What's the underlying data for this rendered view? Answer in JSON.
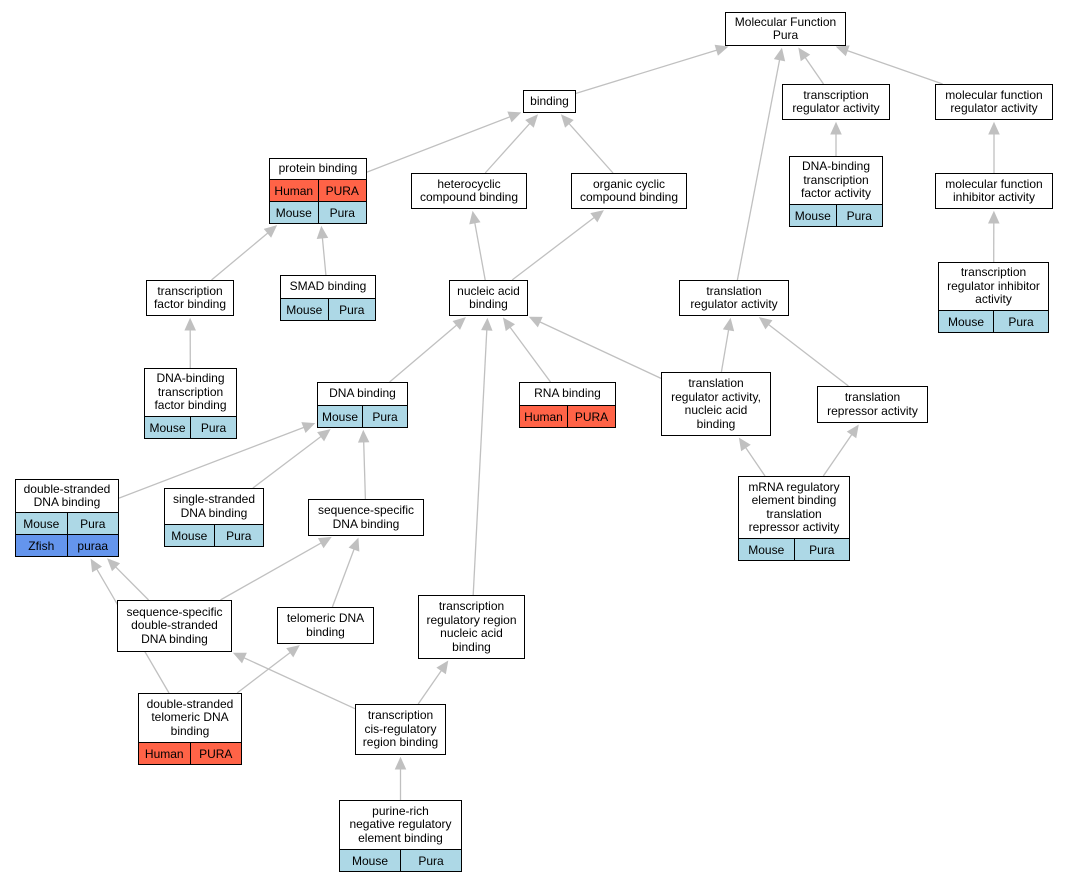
{
  "colors": {
    "Mouse": "#add8e6",
    "Human": "#ff6347",
    "Zfish": "#6495ed",
    "edge": "#c0c0c0"
  },
  "nodes": {
    "mf": {
      "lines": [
        "Molecular Function",
        "Pura"
      ],
      "rows": []
    },
    "binding": {
      "lines": [
        "binding"
      ],
      "rows": []
    },
    "tra": {
      "lines": [
        "transcription",
        "regulator activity"
      ],
      "rows": []
    },
    "mfra": {
      "lines": [
        "molecular function",
        "regulator activity"
      ],
      "rows": []
    },
    "pb": {
      "lines": [
        "protein binding"
      ],
      "rows": [
        [
          "Human",
          "PURA"
        ],
        [
          "Mouse",
          "Pura"
        ]
      ]
    },
    "hcb": {
      "lines": [
        "heterocyclic",
        "compound binding"
      ],
      "rows": []
    },
    "ocb": {
      "lines": [
        "organic cyclic",
        "compound binding"
      ],
      "rows": []
    },
    "dbtfa": {
      "lines": [
        "DNA-binding",
        "transcription",
        "factor activity"
      ],
      "rows": [
        [
          "Mouse",
          "Pura"
        ]
      ]
    },
    "mfia": {
      "lines": [
        "molecular function",
        "inhibitor activity"
      ],
      "rows": []
    },
    "tfb": {
      "lines": [
        "transcription",
        "factor binding"
      ],
      "rows": []
    },
    "smad": {
      "lines": [
        "SMAD binding"
      ],
      "rows": [
        [
          "Mouse",
          "Pura"
        ]
      ]
    },
    "nab": {
      "lines": [
        "nucleic acid",
        "binding"
      ],
      "rows": []
    },
    "trla": {
      "lines": [
        "translation",
        "regulator activity"
      ],
      "rows": []
    },
    "tria": {
      "lines": [
        "transcription",
        "regulator inhibitor",
        "activity"
      ],
      "rows": [
        [
          "Mouse",
          "Pura"
        ]
      ]
    },
    "dbtfb": {
      "lines": [
        "DNA-binding",
        "transcription",
        "factor binding"
      ],
      "rows": [
        [
          "Mouse",
          "Pura"
        ]
      ]
    },
    "dnab": {
      "lines": [
        "DNA binding"
      ],
      "rows": [
        [
          "Mouse",
          "Pura"
        ]
      ]
    },
    "rnab": {
      "lines": [
        "RNA binding"
      ],
      "rows": [
        [
          "Human",
          "PURA"
        ]
      ]
    },
    "trranab": {
      "lines": [
        "translation",
        "regulator activity,",
        "nucleic acid",
        "binding"
      ],
      "rows": []
    },
    "trrep": {
      "lines": [
        "translation",
        "repressor activity"
      ],
      "rows": []
    },
    "dsdna": {
      "lines": [
        "double-stranded",
        "DNA binding"
      ],
      "rows": [
        [
          "Mouse",
          "Pura"
        ],
        [
          "Zfish",
          "puraa"
        ]
      ]
    },
    "ssdna": {
      "lines": [
        "single-stranded",
        "DNA binding"
      ],
      "rows": [
        [
          "Mouse",
          "Pura"
        ]
      ]
    },
    "seqdna": {
      "lines": [
        "sequence-specific",
        "DNA binding"
      ],
      "rows": []
    },
    "mrna": {
      "lines": [
        "mRNA regulatory",
        "element binding",
        "translation",
        "repressor activity"
      ],
      "rows": [
        [
          "Mouse",
          "Pura"
        ]
      ]
    },
    "seqds": {
      "lines": [
        "sequence-specific",
        "double-stranded",
        "DNA binding"
      ],
      "rows": []
    },
    "telo": {
      "lines": [
        "telomeric DNA",
        "binding"
      ],
      "rows": []
    },
    "trrnab": {
      "lines": [
        "transcription",
        "regulatory region",
        "nucleic acid",
        "binding"
      ],
      "rows": []
    },
    "dstelo": {
      "lines": [
        "double-stranded",
        "telomeric DNA",
        "binding"
      ],
      "rows": [
        [
          "Human",
          "PURA"
        ]
      ]
    },
    "tcis": {
      "lines": [
        "transcription",
        "cis-regulatory",
        "region binding"
      ],
      "rows": []
    },
    "purine": {
      "lines": [
        "purine-rich",
        "negative regulatory",
        "element binding"
      ],
      "rows": [
        [
          "Mouse",
          "Pura"
        ]
      ]
    }
  },
  "edges": [
    {
      "from": "binding",
      "to": "mf"
    },
    {
      "from": "tra",
      "to": "mf"
    },
    {
      "from": "mfra",
      "to": "mf"
    },
    {
      "from": "trla",
      "to": "mf"
    },
    {
      "from": "pb",
      "to": "binding"
    },
    {
      "from": "hcb",
      "to": "binding"
    },
    {
      "from": "ocb",
      "to": "binding"
    },
    {
      "from": "dbtfa",
      "to": "tra"
    },
    {
      "from": "mfia",
      "to": "mfra"
    },
    {
      "from": "tria",
      "to": "mfia"
    },
    {
      "from": "tfb",
      "to": "pb"
    },
    {
      "from": "smad",
      "to": "pb"
    },
    {
      "from": "nab",
      "to": "hcb"
    },
    {
      "from": "nab",
      "to": "ocb"
    },
    {
      "from": "dbtfb",
      "to": "tfb"
    },
    {
      "from": "dnab",
      "to": "nab"
    },
    {
      "from": "rnab",
      "to": "nab"
    },
    {
      "from": "trrnab",
      "to": "nab"
    },
    {
      "from": "trranab",
      "to": "nab"
    },
    {
      "from": "trranab",
      "to": "trla"
    },
    {
      "from": "trrep",
      "to": "trla"
    },
    {
      "from": "dsdna",
      "to": "dnab"
    },
    {
      "from": "ssdna",
      "to": "dnab"
    },
    {
      "from": "seqdna",
      "to": "dnab"
    },
    {
      "from": "mrna",
      "to": "trranab"
    },
    {
      "from": "mrna",
      "to": "trrep"
    },
    {
      "from": "seqds",
      "to": "dsdna"
    },
    {
      "from": "seqds",
      "to": "seqdna"
    },
    {
      "from": "telo",
      "to": "seqdna"
    },
    {
      "from": "dstelo",
      "to": "dsdna"
    },
    {
      "from": "dstelo",
      "to": "telo"
    },
    {
      "from": "tcis",
      "to": "seqds"
    },
    {
      "from": "tcis",
      "to": "trrnab"
    },
    {
      "from": "purine",
      "to": "tcis"
    }
  ]
}
